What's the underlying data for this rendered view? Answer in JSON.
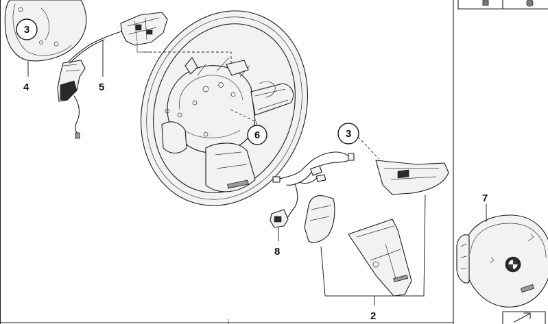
{
  "diagram": {
    "callouts": {
      "part_2": "2",
      "part_3_top": "3",
      "part_3_right": "3",
      "part_4": "4",
      "part_5": "5",
      "part_6": "6",
      "part_7": "7",
      "part_8": "8"
    }
  }
}
